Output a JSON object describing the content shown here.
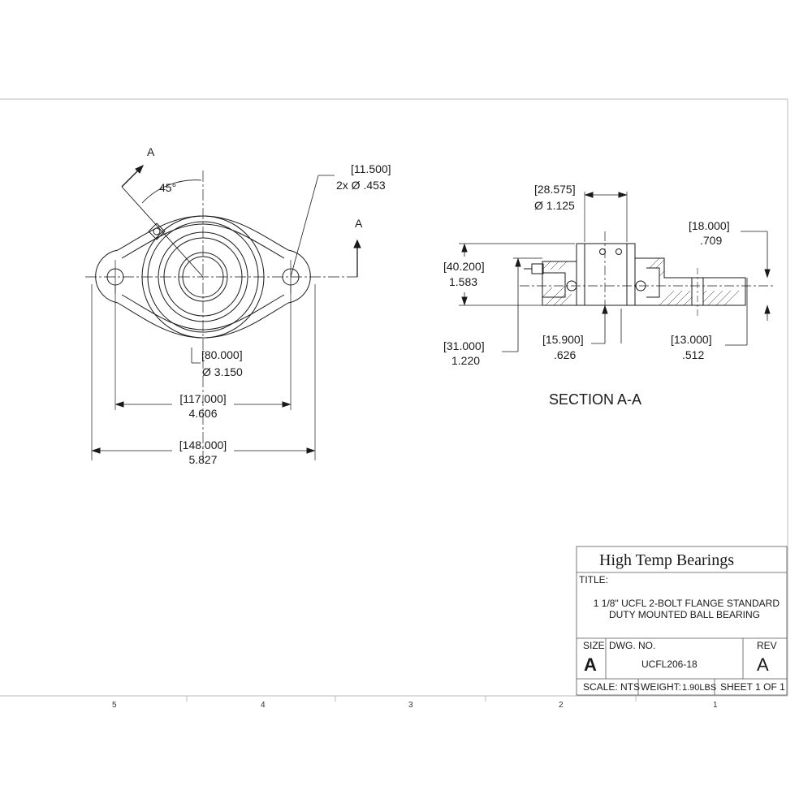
{
  "front_view": {
    "section_marker_a_left": "A",
    "section_marker_a_right": "A",
    "angle": "45°",
    "bolt_hole_mm": "[11.500]",
    "bolt_hole_in": "2x  Ø .453",
    "bore_mm": "[80.000]",
    "bore_in": "Ø 3.150",
    "bolt_spacing_mm": "[117.000]",
    "bolt_spacing_in": "4.606",
    "overall_length_mm": "[148.000]",
    "overall_length_in": "5.827"
  },
  "section_view": {
    "title": "SECTION A-A",
    "shaft_mm": "[28.575]",
    "shaft_in": "Ø 1.125",
    "height_mm": "[40.200]",
    "height_in": "1.583",
    "flange_mm": "[18.000]",
    "flange_in": ".709",
    "base_mm": "[31.000]",
    "base_in": "1.220",
    "center_mm": "[15.900]",
    "center_in": ".626",
    "thick_mm": "[13.000]",
    "thick_in": ".512"
  },
  "title_block": {
    "company": "High Temp Bearings",
    "title_label": "TITLE:",
    "title_line1": "1 1/8\" UCFL 2-BOLT FLANGE STANDARD",
    "title_line2": "DUTY MOUNTED BALL BEARING",
    "size_label": "SIZE",
    "size_value": "A",
    "dwg_label": "DWG.  NO.",
    "dwg_value": "UCFL206-18",
    "rev_label": "REV",
    "rev_value": "A",
    "scale": "SCALE: NTS",
    "weight_label": "WEIGHT:",
    "weight_value": "1.90LBS",
    "sheet": "SHEET 1 OF 1"
  },
  "zones": [
    "5",
    "4",
    "3",
    "2",
    "1"
  ]
}
